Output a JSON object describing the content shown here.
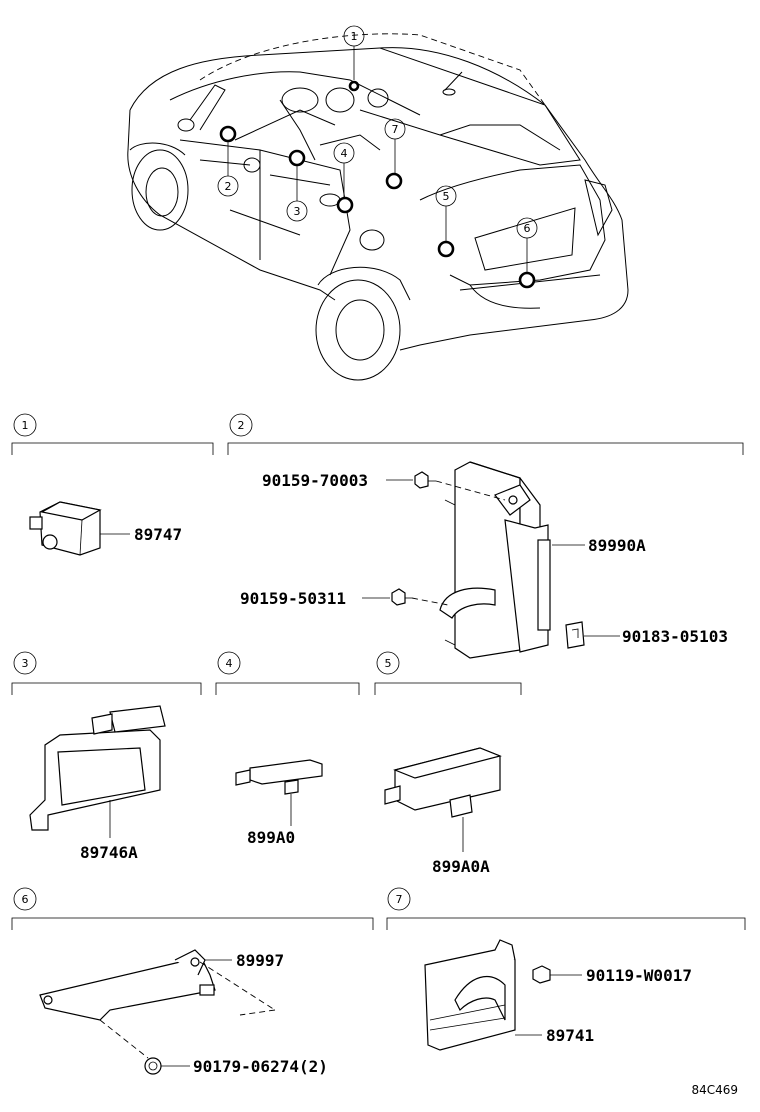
{
  "callouts": [
    "1",
    "2",
    "3",
    "4",
    "5",
    "6",
    "7"
  ],
  "sections": [
    {
      "num": "1",
      "parts": [
        "89747"
      ]
    },
    {
      "num": "2",
      "parts": [
        "90159-70003",
        "89990A",
        "90159-50311",
        "90183-05103"
      ]
    },
    {
      "num": "3",
      "parts": [
        "89746A"
      ]
    },
    {
      "num": "4",
      "parts": [
        "899A0"
      ]
    },
    {
      "num": "5",
      "parts": [
        "899A0A"
      ]
    },
    {
      "num": "6",
      "parts": [
        "89997",
        "90179-06274(2)"
      ]
    },
    {
      "num": "7",
      "parts": [
        "90119-W0017",
        "89741"
      ]
    }
  ],
  "diagram_code": "84C469"
}
